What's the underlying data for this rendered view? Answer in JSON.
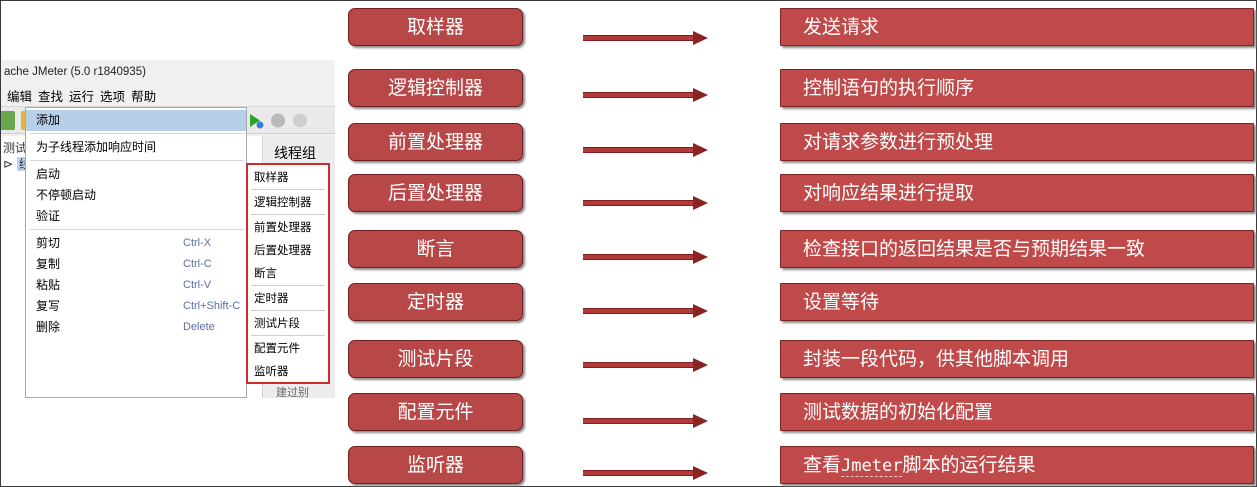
{
  "jmeter": {
    "window_title": "ache JMeter (5.0 r1840935)",
    "menu": [
      "编辑",
      "查找",
      "运行",
      "选项",
      "帮助"
    ],
    "tree": {
      "root": "测试计划",
      "child": "线程组"
    },
    "right_panel_title": "线程组",
    "context_menu": [
      {
        "label": "添加",
        "shortcut": ""
      },
      {
        "label": "为子线程添加响应时间",
        "shortcut": ""
      },
      {
        "label": "启动",
        "shortcut": ""
      },
      {
        "label": "不停顿启动",
        "shortcut": ""
      },
      {
        "label": "验证",
        "shortcut": ""
      },
      {
        "label": "剪切",
        "shortcut": "Ctrl-X"
      },
      {
        "label": "复制",
        "shortcut": "Ctrl-C"
      },
      {
        "label": "粘贴",
        "shortcut": "Ctrl-V"
      },
      {
        "label": "复写",
        "shortcut": "Ctrl+Shift-C"
      },
      {
        "label": "删除",
        "shortcut": "Delete"
      }
    ],
    "submenu": [
      "取样器",
      "逻辑控制器",
      "前置处理器",
      "后置处理器",
      "断言",
      "定时器",
      "测试片段",
      "配置元件",
      "监听器"
    ],
    "submenu_tail": "建过别"
  },
  "diagram": {
    "colors": {
      "box": "#b84848",
      "desc": "#c04a4a",
      "arrow": "#b43a3a",
      "text": "#ffffff"
    },
    "rows": [
      {
        "component": "取样器",
        "description": "发送请求"
      },
      {
        "component": "逻辑控制器",
        "description": "控制语句的执行顺序"
      },
      {
        "component": "前置处理器",
        "description": "对请求参数进行预处理"
      },
      {
        "component": "后置处理器",
        "description": "对响应结果进行提取"
      },
      {
        "component": "断言",
        "description": "检查接口的返回结果是否与预期结果一致"
      },
      {
        "component": "定时器",
        "description": "设置等待"
      },
      {
        "component": "测试片段",
        "description": "封装一段代码，供其他脚本调用"
      },
      {
        "component": "配置元件",
        "description": "测试数据的初始化配置"
      },
      {
        "component": "监听器",
        "description_prefix": "查看",
        "description_mono": "Jmeter",
        "description_suffix": "脚本的运行结果"
      }
    ]
  }
}
